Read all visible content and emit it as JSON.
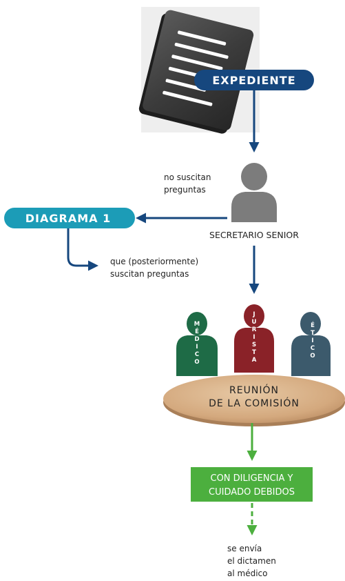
{
  "document": {
    "label": "EXPEDIENTE"
  },
  "senior": {
    "label": "SECRETARIO SENIOR",
    "no_questions_line1": "no suscitan",
    "no_questions_line2": "preguntas"
  },
  "diagram1": {
    "label": "DIAGRAMA 1",
    "later_line1": "que (posteriormente)",
    "later_line2": "suscitan preguntas"
  },
  "commission": {
    "label_line1": "REUNIÓN",
    "label_line2": "DE LA COMISIÓN",
    "members": [
      {
        "role": "MÉDICO",
        "color": "#1e6b46"
      },
      {
        "role": "JURISTA",
        "color": "#8a2228"
      },
      {
        "role": "ÉTICO",
        "color": "#3c5a6c"
      }
    ]
  },
  "diligence": {
    "line1": "CON DILIGENCIA Y",
    "line2": "CUIDADO DEBIDOS"
  },
  "outcome": {
    "line1": "se envía",
    "line2": "el dictamen",
    "line3": "al médico"
  },
  "colors": {
    "blue": "#16477e",
    "teal": "#1c9cb7",
    "green": "#4caf3e",
    "gray": "#7c7c7c",
    "table": "#d9b48c"
  }
}
